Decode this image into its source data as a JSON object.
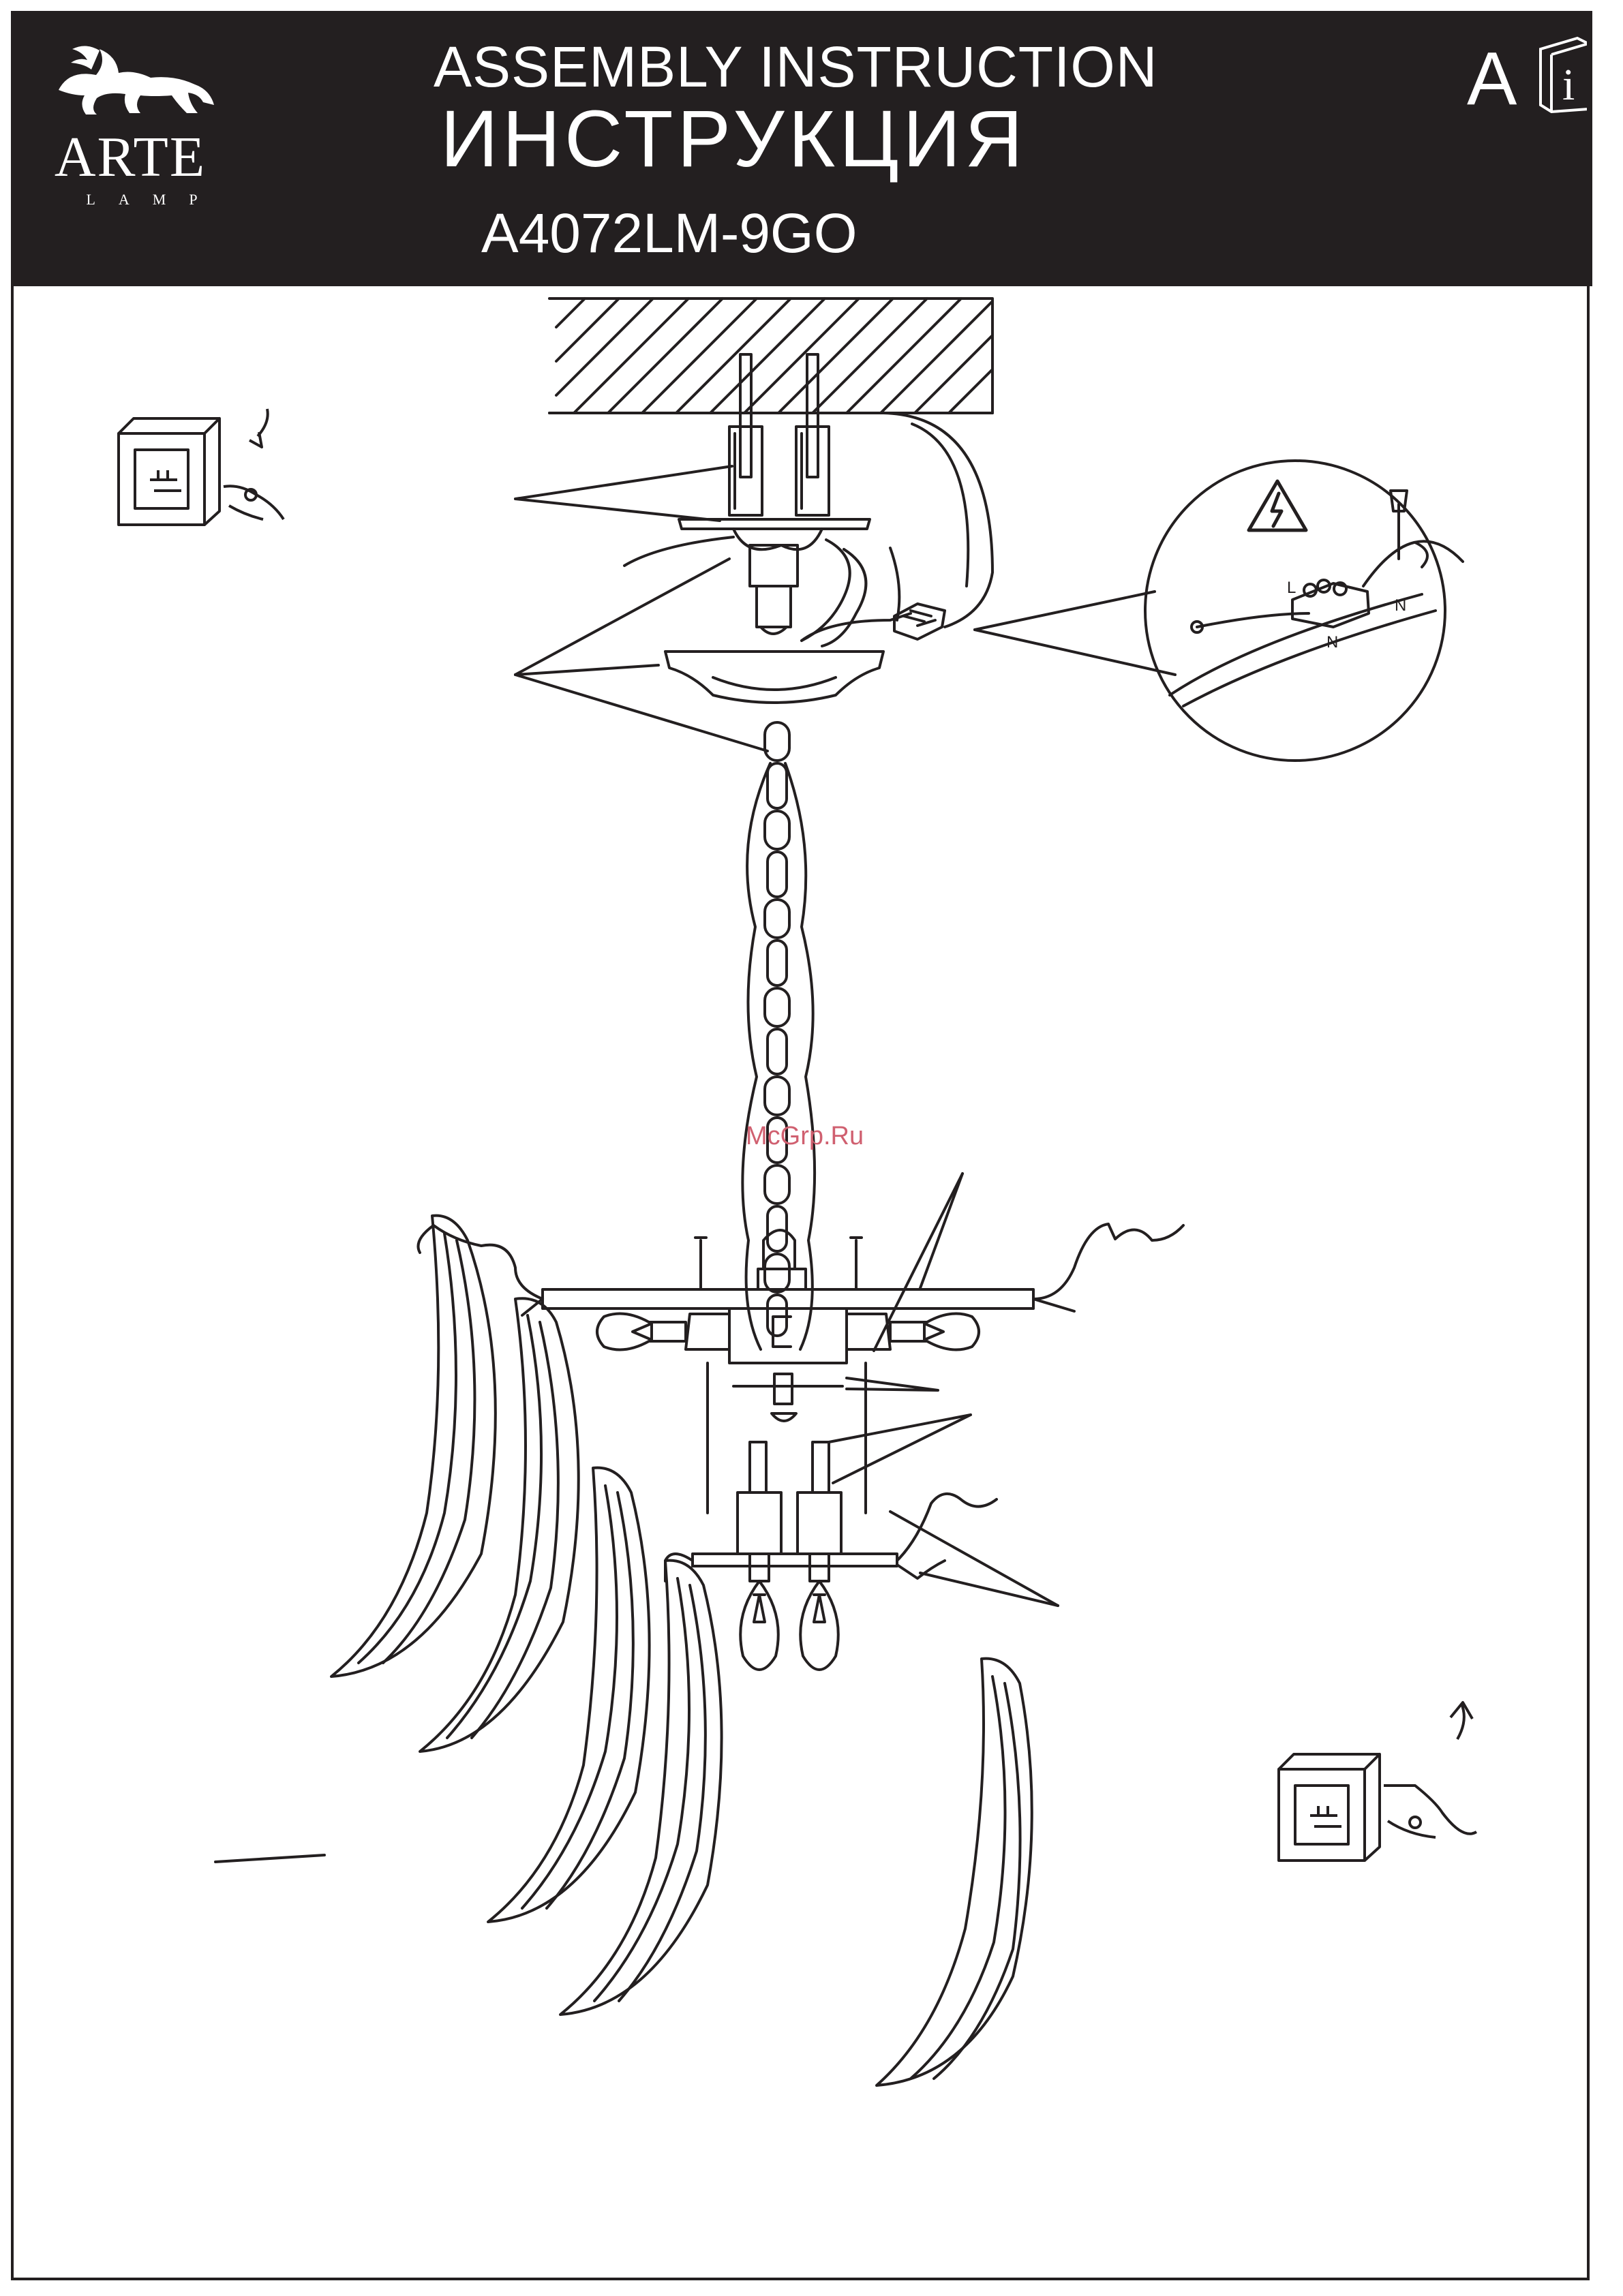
{
  "header": {
    "brand_name": "ARTE",
    "brand_sub": "LAMP",
    "title_en": "ASSEMBLY INSTRUCTION",
    "title_ru": "ИНСТРУКЦИЯ",
    "model": "A4072LM-9GO",
    "language_letter": "A"
  },
  "icons": {
    "logo": "griffin-logo-icon",
    "info": "info-book-icon",
    "switch_off": "switch-off-icon",
    "switch_on": "switch-on-icon",
    "warning": "high-voltage-warning-icon"
  },
  "watermark": "McGrp.Ru",
  "colors": {
    "header_bg": "#231f20",
    "line": "#231f20"
  }
}
